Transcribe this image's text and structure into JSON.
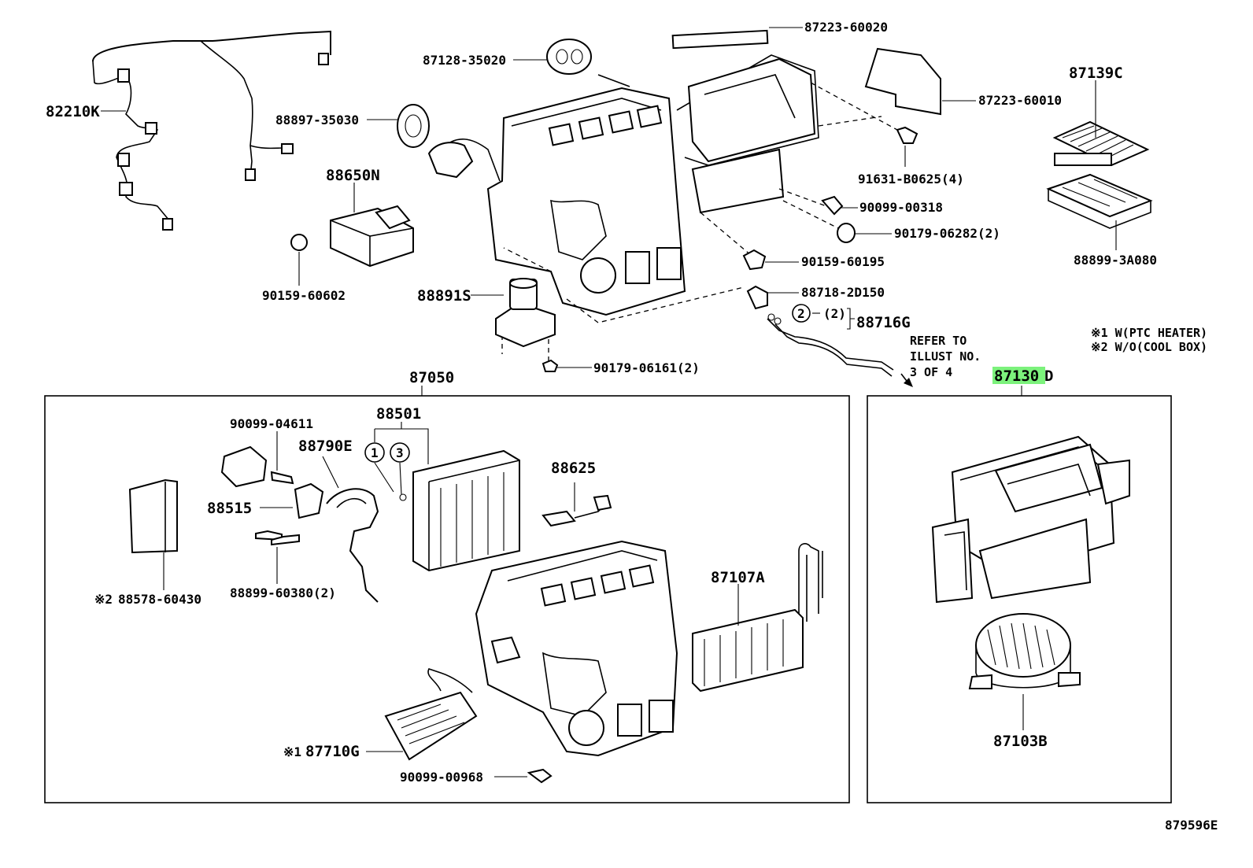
{
  "diagram": {
    "code": "879596E",
    "callouts": [
      {
        "id": "c1",
        "text": "82210K"
      },
      {
        "id": "c2",
        "text": "87128-35020"
      },
      {
        "id": "c3",
        "text": "87223-60020"
      },
      {
        "id": "c4",
        "text": "87223-60010"
      },
      {
        "id": "c5",
        "text": "87139C"
      },
      {
        "id": "c6",
        "text": "88897-35030"
      },
      {
        "id": "c7",
        "text": "88650N"
      },
      {
        "id": "c8",
        "text": "91631-B0625(4)"
      },
      {
        "id": "c9",
        "text": "90099-00318"
      },
      {
        "id": "c10",
        "text": "90179-06282(2)"
      },
      {
        "id": "c11",
        "text": "88899-3A080"
      },
      {
        "id": "c12",
        "text": "90159-60195"
      },
      {
        "id": "c13",
        "text": "90159-60602"
      },
      {
        "id": "c14",
        "text": "88891S"
      },
      {
        "id": "c15",
        "text": "88718-2D150"
      },
      {
        "id": "c16",
        "text": "88716G"
      },
      {
        "id": "c17",
        "text": "90179-06161(2)"
      },
      {
        "id": "c18",
        "text": "87050"
      },
      {
        "id": "c19",
        "text": "87103B"
      },
      {
        "id": "c20",
        "text": "90099-04611"
      },
      {
        "id": "c21",
        "text": "88501"
      },
      {
        "id": "c22",
        "text": "88790E"
      },
      {
        "id": "c23",
        "text": "88625"
      },
      {
        "id": "c24",
        "text": "88515"
      },
      {
        "id": "c25",
        "text": "88578-60430"
      },
      {
        "id": "c26",
        "text": "88899-60380(2)"
      },
      {
        "id": "c27",
        "text": "87107A"
      },
      {
        "id": "c28",
        "text": "87710G"
      },
      {
        "id": "c29",
        "text": "90099-00968"
      }
    ],
    "highlight": {
      "text": "87130",
      "suffix": "D",
      "color": "#7cf27c"
    },
    "qty_marker": "(2)",
    "circle_marks": [
      "1",
      "2",
      "3"
    ],
    "ref_marks": [
      "※1",
      "※2"
    ],
    "refer_note": [
      "REFER TO",
      "ILLUST NO.",
      "3 OF 4"
    ],
    "footnotes": [
      "※1 W(PTC HEATER)",
      "※2 W/O(COOL BOX)"
    ]
  }
}
